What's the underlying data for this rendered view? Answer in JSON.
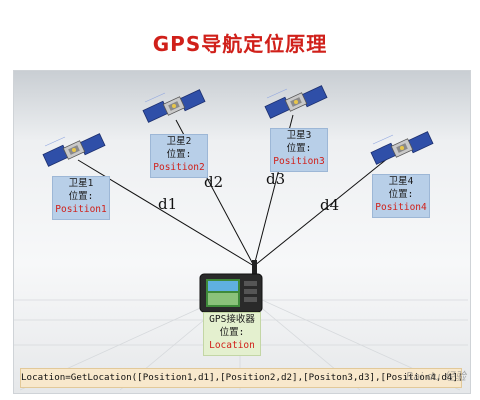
{
  "title": "GPS导航定位原理",
  "satellites": [
    {
      "name": "卫星1",
      "pos_label": "位置:",
      "position": "Position1"
    },
    {
      "name": "卫星2",
      "pos_label": "位置:",
      "position": "Position2"
    },
    {
      "name": "卫星3",
      "pos_label": "位置:",
      "position": "Position3"
    },
    {
      "name": "卫星4",
      "pos_label": "位置:",
      "position": "Position4"
    }
  ],
  "distances": [
    "d1",
    "d2",
    "d3",
    "d4"
  ],
  "receiver": {
    "name": "GPS接收器",
    "pos_label": "位置:",
    "position": "Location"
  },
  "formula": "Location=GetLocation([Position1,d1],[Position2,d2],[Positon3,d3],[Position4,d4])",
  "watermark": "Bai du 经验",
  "colors": {
    "title": "#d0201a",
    "label_box": "#b8cfe8",
    "receiver_box": "#e4f0cf",
    "formula_box": "#f8e8cc"
  }
}
